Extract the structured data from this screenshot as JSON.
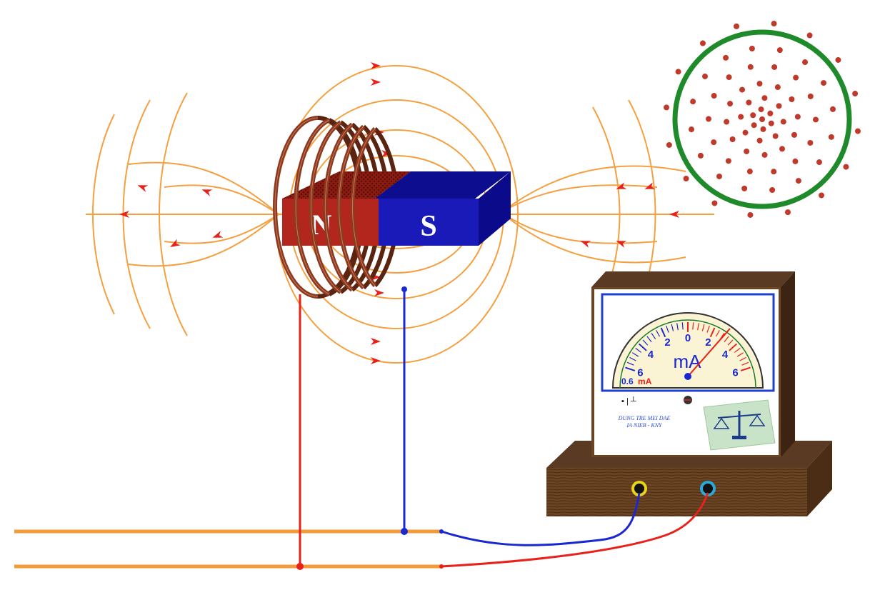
{
  "magnet": {
    "north_label": "N",
    "south_label": "S",
    "colors": {
      "north": "#b3261e",
      "south": "#1a1ab8",
      "top": "#8a1a10",
      "top_south": "#0d0d8f",
      "end": "#0a0a8a"
    }
  },
  "coil": {
    "turns": 6,
    "color": "#8b3a1f"
  },
  "field_lines": {
    "color": "#f5a040",
    "arrow_color": "#e8221a"
  },
  "cross_section": {
    "ring_color": "#1f8a2a",
    "dot_color": "#c0392b"
  },
  "meter": {
    "unit": "mA",
    "scale_left": [
      "6",
      "4",
      "2"
    ],
    "scale_center": "0",
    "scale_right": [
      "2",
      "4",
      "6"
    ],
    "reading_value": "0.6",
    "reading_unit": "mA",
    "symbols": "▪ | ┴",
    "maker_line1": "DUNG TRE MEI DAE",
    "maker_line2": "IA NIEB - KNY",
    "colors": {
      "case": "#5a3a22",
      "face": "#ffffff",
      "frame": "#1f3fd1",
      "dial": "#fbf4d4"
    },
    "terminals": {
      "left": "#e8d21a",
      "right": "#2aa8d8"
    }
  },
  "wires": {
    "rail_color": "#f39a3a",
    "red": "#e8221a",
    "blue": "#1a28d0"
  }
}
